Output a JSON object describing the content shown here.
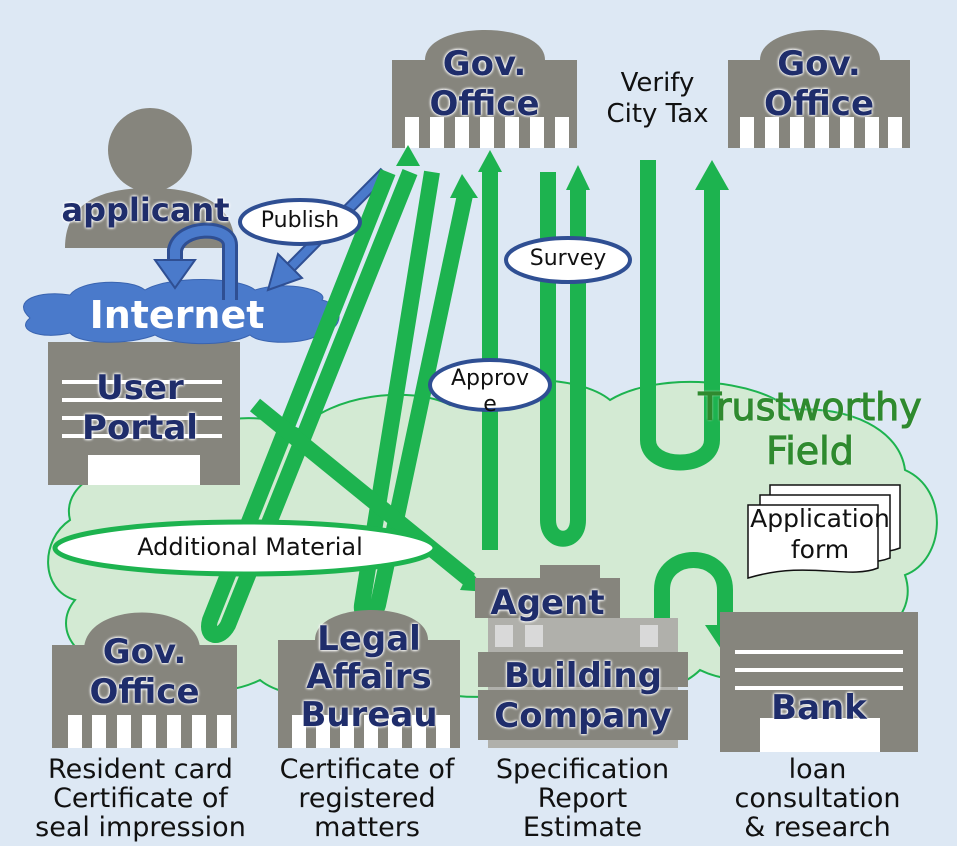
{
  "colors": {
    "background": "#dde8f4",
    "building": "#86857d",
    "arrow_green": "#1db34f",
    "field_green": "#d3ead3",
    "navy_text": "#1f2d6b",
    "internet_blue": "#4a7acb"
  },
  "nodes": {
    "gov_office_top": {
      "label_line1": "Gov.",
      "label_line2": "Office"
    },
    "gov_office_top_right": {
      "label_line1": "Gov.",
      "label_line2": "Office"
    },
    "verify_city_tax": {
      "line1": "Verify",
      "line2": "City Tax"
    },
    "applicant": {
      "label": "applicant"
    },
    "internet": {
      "label": "Internet"
    },
    "user_portal": {
      "label_line1": "User",
      "label_line2": "Portal"
    },
    "trustworthy_field": {
      "line1": "Trustworthy",
      "line2": "Field"
    },
    "application_form": {
      "line1": "Application",
      "line2": "form"
    },
    "agent": {
      "label": "Agent"
    },
    "building_company": {
      "label_line1": "Building",
      "label_line2": "Company"
    },
    "gov_office_bottom": {
      "label_line1": "Gov.",
      "label_line2": "Office"
    },
    "legal_affairs": {
      "line1": "Legal",
      "line2": "Affairs",
      "line3": "Bureau"
    },
    "bank": {
      "label": "Bank"
    }
  },
  "edge_labels": {
    "publish": "Publish",
    "survey": "Survey",
    "approve_line1": "Approv",
    "approve_line2": "e",
    "additional_material": "Additional Material"
  },
  "captions": {
    "gov_office": {
      "line1": "Resident card",
      "line2": "Certificate of",
      "line3": "seal impression"
    },
    "legal_affairs": {
      "line1": "Certificate of",
      "line2": "registered",
      "line3": "matters"
    },
    "building_company": {
      "line1": "Specification",
      "line2": "Report",
      "line3": "Estimate"
    },
    "bank": {
      "line1": "loan",
      "line2": "consultation",
      "line3": "& research"
    }
  }
}
